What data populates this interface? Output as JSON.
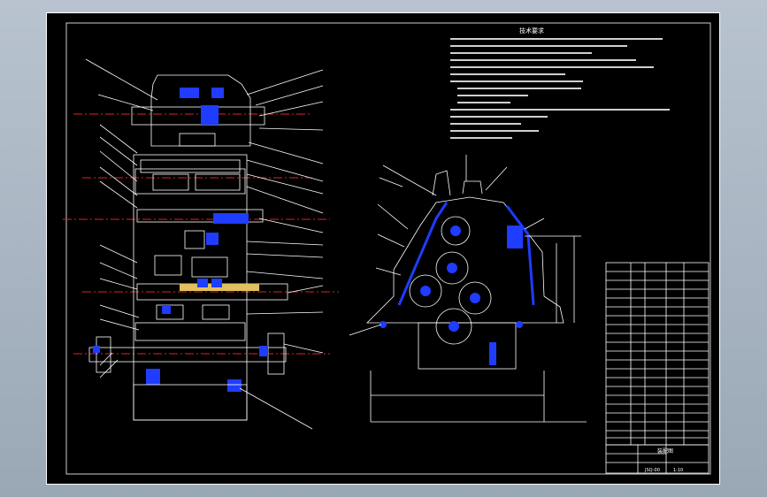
{
  "title_block": {
    "name_top": "装配图",
    "scale": "1:10",
    "drawing_no": "JSQ-00"
  },
  "tech_req_title": "技术要求",
  "colors": {
    "outline": "#ffffff",
    "part": "#1f3cff",
    "center": "#e0202a",
    "frame": "#000000"
  }
}
